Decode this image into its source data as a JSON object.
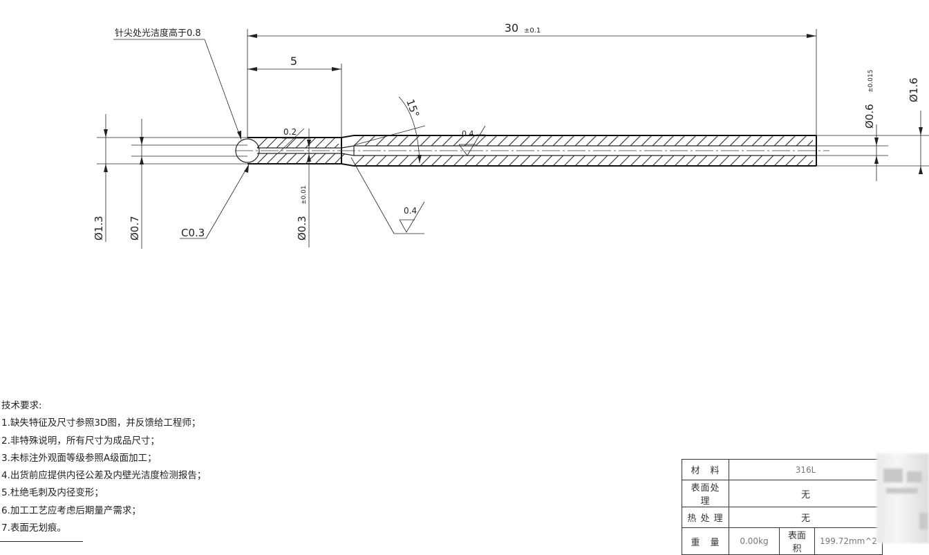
{
  "drawing": {
    "dimensions": {
      "overall_length": "30",
      "overall_tol": "±0.1",
      "tip_length": "5",
      "angle": "15°",
      "dia_1_3": "Ø1.3",
      "dia_0_7": "Ø0.7",
      "dia_0_3": "Ø0.3",
      "dia_0_3_tol": "±0.01",
      "dia_0_6": "Ø0.6",
      "dia_0_6_tol": "±0.015",
      "dia_1_6": "Ø1.6",
      "chamfer": "C0.3",
      "inner_step": "0.2"
    },
    "roughness": {
      "bore": "0.4",
      "taper": "0.4"
    },
    "leader_note": "针尖处光洁度高于0.8"
  },
  "notes": {
    "heading": "技术要求:",
    "items": [
      "1.缺失特征及尺寸参照3D图，并反馈给工程师；",
      "2.非特殊说明，所有尺寸为成品尺寸；",
      "3.未标注外观面等级参照A级面加工；",
      "4.出货前应提供内径公差及内壁光洁度检测报告；",
      "5.杜绝毛刺及内径变形；",
      "6.加工工艺应考虑后期量产需求；",
      "7.表面无划痕。"
    ]
  },
  "titleblock": {
    "material_label": "材　料",
    "material_value": "316L",
    "surface_label": "表面处理",
    "surface_value": "无",
    "heat_label": "热 处 理",
    "heat_value": "无",
    "weight_label": "重　量",
    "weight_value": "0.00kg",
    "area_label": "表面积",
    "area_value": "199.72mm^2"
  }
}
